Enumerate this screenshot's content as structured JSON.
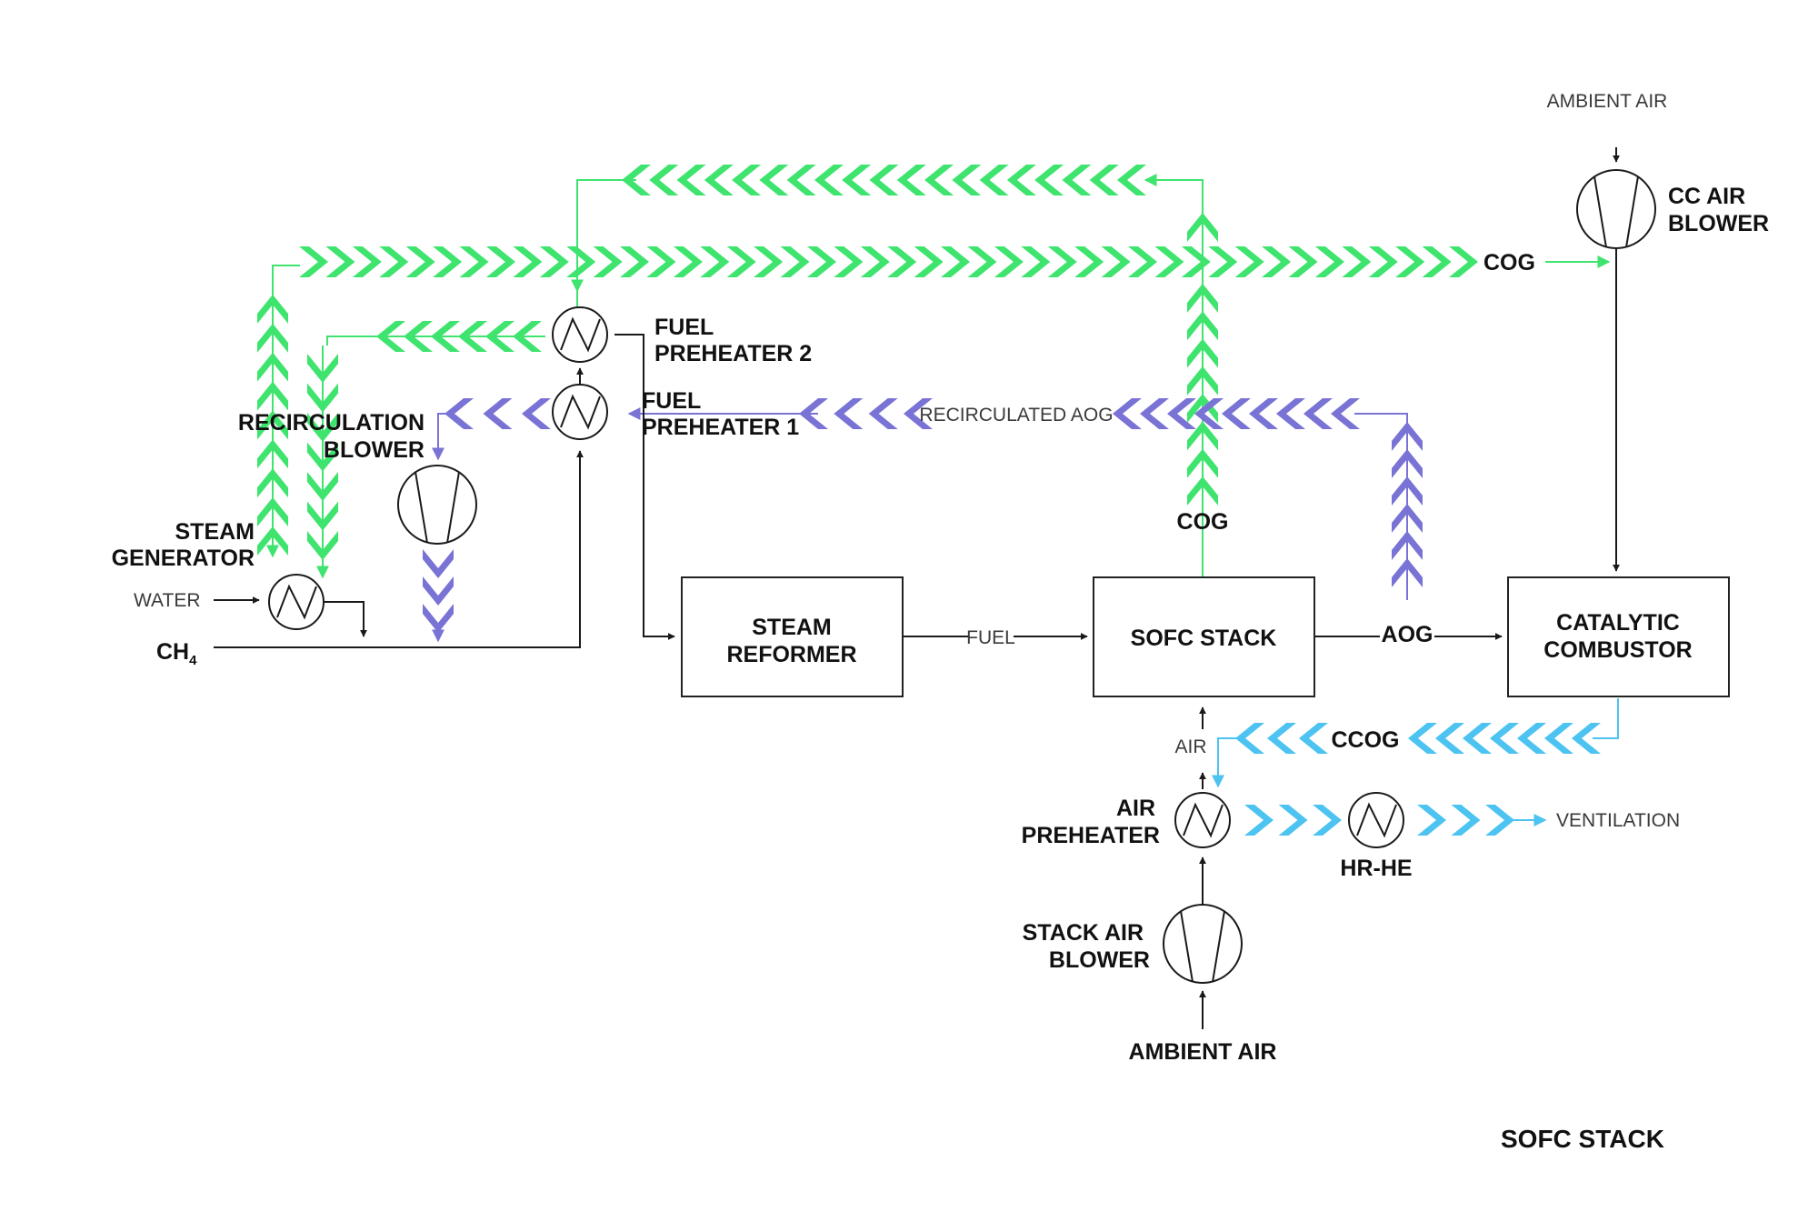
{
  "colors": {
    "cathode_off_gas": "#3ee46e",
    "anode_off_gas": "#7a73d6",
    "combusted_gas": "#4cc3f0",
    "line": "#1a1a1a"
  },
  "icons": {
    "heat_exchanger": "heat-exchanger-icon",
    "blower": "blower-icon"
  },
  "components": {
    "steam_reformer": [
      "STEAM",
      "REFORMER"
    ],
    "sofc_stack": "SOFC STACK",
    "catalytic_combustor": [
      "CATALYTIC",
      "COMBUSTOR"
    ],
    "fuel_preheater_2": [
      "FUEL",
      "PREHEATER 2"
    ],
    "fuel_preheater_1": [
      "FUEL",
      "PREHEATER 1"
    ],
    "recirculation_blower": [
      "RECIRCULATION",
      "BLOWER"
    ],
    "steam_generator": [
      "STEAM",
      "GENERATOR"
    ],
    "cc_air_blower": [
      "CC AIR",
      "BLOWER"
    ],
    "air_preheater": [
      "AIR",
      "PREHEATER"
    ],
    "stack_air_blower": [
      "STACK AIR",
      "BLOWER"
    ],
    "hr_he": "HR-HE"
  },
  "streams": {
    "water": "WATER",
    "ch4_main": "CH",
    "ch4_sub": "4",
    "fuel": "FUEL",
    "cog_top": "COG",
    "cog_stack": "COG",
    "aog": "AOG",
    "recirculated_aog": "RECIRCULATED AOG",
    "ccog": "CCOG",
    "air": "AIR",
    "ventilation": "VENTILATION",
    "ambient_air_top": "AMBIENT AIR",
    "ambient_air_bottom": "AMBIENT AIR"
  },
  "footer_title": "SOFC STACK"
}
